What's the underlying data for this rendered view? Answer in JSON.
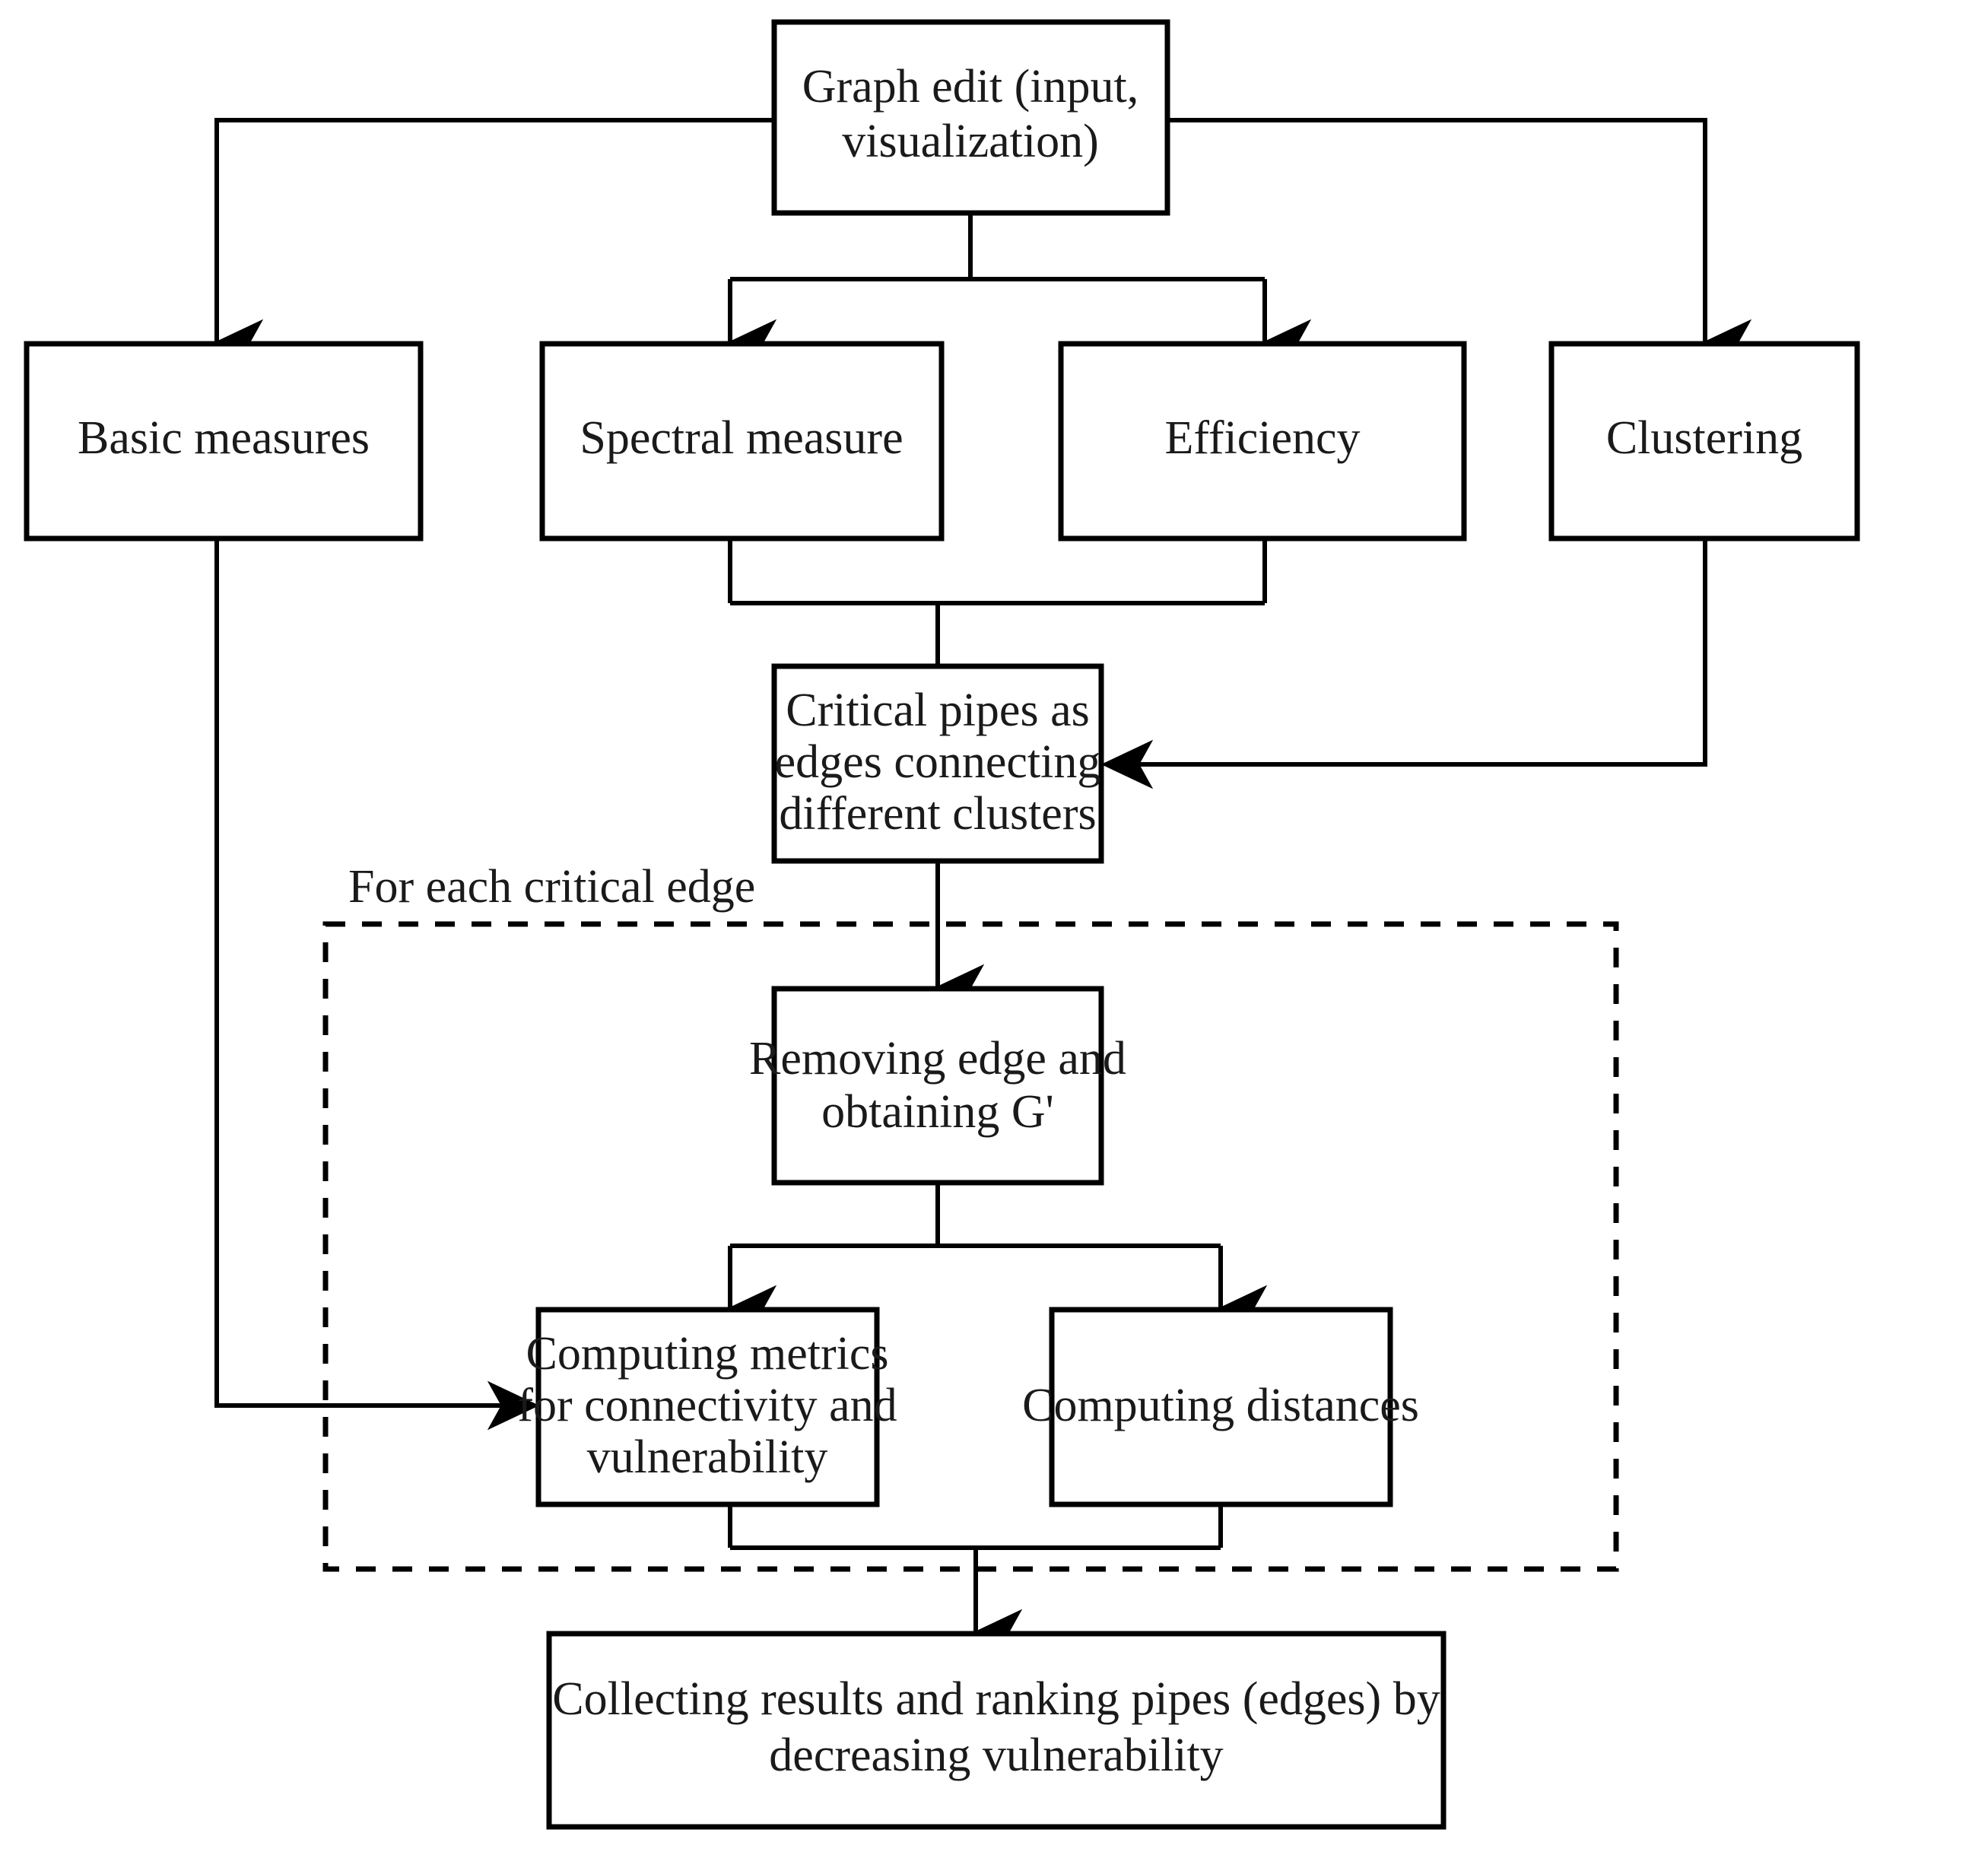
{
  "diagram": {
    "type": "flowchart",
    "title": "",
    "background_color": "#ffffff",
    "line_color": "#000000",
    "text_color": "#1a1a1a",
    "nodes": {
      "graph_edit": {
        "line1": "Graph edit (input,",
        "line2": "visualization)"
      },
      "basic_measures": {
        "line1": "Basic measures"
      },
      "spectral_measure": {
        "line1": "Spectral measure"
      },
      "efficiency": {
        "line1": "Efficiency"
      },
      "clustering": {
        "line1": "Clustering"
      },
      "critical_pipes": {
        "line1": "Critical pipes as",
        "line2": "edges connecting",
        "line3": "different clusters"
      },
      "removing_edge": {
        "line1": "Removing edge and",
        "line2": "obtaining G'"
      },
      "computing_metrics": {
        "line1": "Computing metrics",
        "line2": "for connectivity and",
        "line3": "vulnerability"
      },
      "computing_distances": {
        "line1": "Computing distances"
      },
      "collecting_results": {
        "line1": "Collecting results and ranking pipes (edges) by",
        "line2": "decreasing vulnerability"
      }
    },
    "groups": {
      "for_each_critical_edge": {
        "label": "For each critical edge"
      }
    }
  }
}
